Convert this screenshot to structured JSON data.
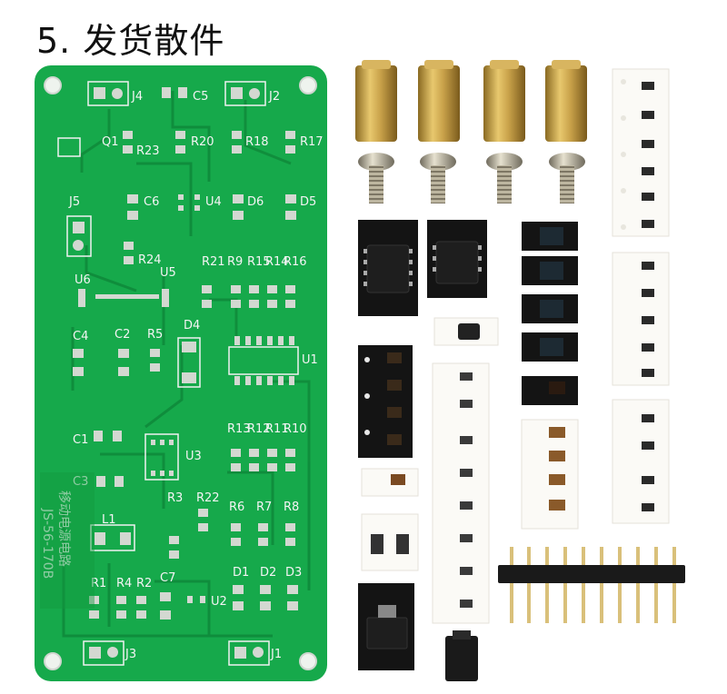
{
  "title": "5. 发货散件",
  "pcb": {
    "labels": {
      "J4": "J4",
      "C5": "C5",
      "J2": "J2",
      "Q1": "Q1",
      "R23": "R23",
      "R20": "R20",
      "R18": "R18",
      "R17": "R17",
      "J5": "J5",
      "C6": "C6",
      "U4": "U4",
      "D6": "D6",
      "D5": "D5",
      "R24": "R24",
      "R21": "R21",
      "R9": "R9",
      "R15": "R15",
      "R14": "R14",
      "R16": "R16",
      "U6": "U6",
      "U5": "U5",
      "C4": "C4",
      "C2": "C2",
      "R5": "R5",
      "D4": "D4",
      "U1": "U1",
      "R13": "R13",
      "R12": "R12",
      "R11": "R11",
      "R10": "R10",
      "C1": "C1",
      "C3": "C3",
      "U3": "U3",
      "R3": "R3",
      "R22": "R22",
      "R6": "R6",
      "R7": "R7",
      "R8": "R8",
      "L1": "L1",
      "R1": "R1",
      "R4": "R4",
      "R2": "R2",
      "C7": "C7",
      "U2": "U2",
      "D1": "D1",
      "D2": "D2",
      "D3": "D3",
      "J3": "J3",
      "J1": "J1"
    },
    "board_title": "移动电源电路",
    "board_model": "JS-56-170B"
  },
  "colors": {
    "board": "#15a84a",
    "board_dark": "#0f8a3b",
    "silk": "#f4f4f4",
    "pad": "#cfd3cf",
    "brass": "#c9a24a",
    "tape_white": "#fbfaf6",
    "tape_black": "#141414",
    "chip": "#1d2a33",
    "header_black": "#1a1a1a",
    "pin_gold": "#d9c07a"
  }
}
